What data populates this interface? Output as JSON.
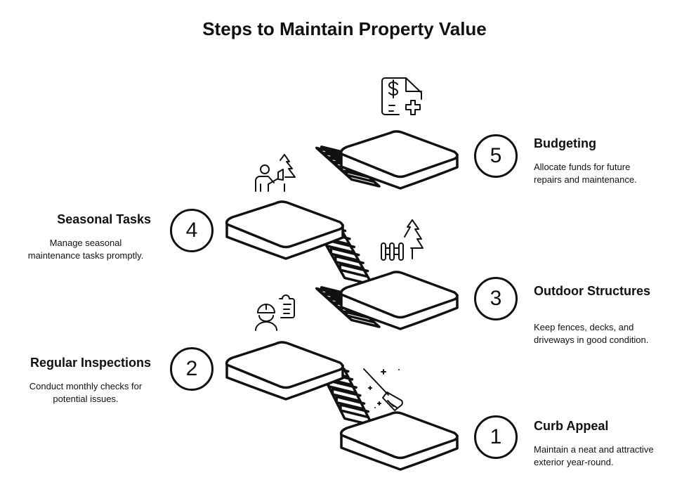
{
  "title": "Steps to Maintain Property Value",
  "steps": [
    {
      "number": "1",
      "heading": "Curb Appeal",
      "line1": "Maintain a neat and attractive",
      "line2": "exterior year-round.",
      "icon": "broom-icon"
    },
    {
      "number": "2",
      "heading": "Regular Inspections",
      "line1": "Conduct monthly checks for",
      "line2": "potential issues.",
      "icon": "inspector-clipboard-icon"
    },
    {
      "number": "3",
      "heading": "Outdoor Structures",
      "line1": "Keep fences, decks, and",
      "line2": "driveways in good condition.",
      "icon": "fence-tree-icon"
    },
    {
      "number": "4",
      "heading": "Seasonal Tasks",
      "line1": "Manage seasonal",
      "line2": "maintenance tasks promptly.",
      "icon": "person-tree-icon"
    },
    {
      "number": "5",
      "heading": "Budgeting",
      "line1": "Allocate funds for future",
      "line2": "repairs and maintenance.",
      "icon": "budget-document-icon"
    }
  ]
}
